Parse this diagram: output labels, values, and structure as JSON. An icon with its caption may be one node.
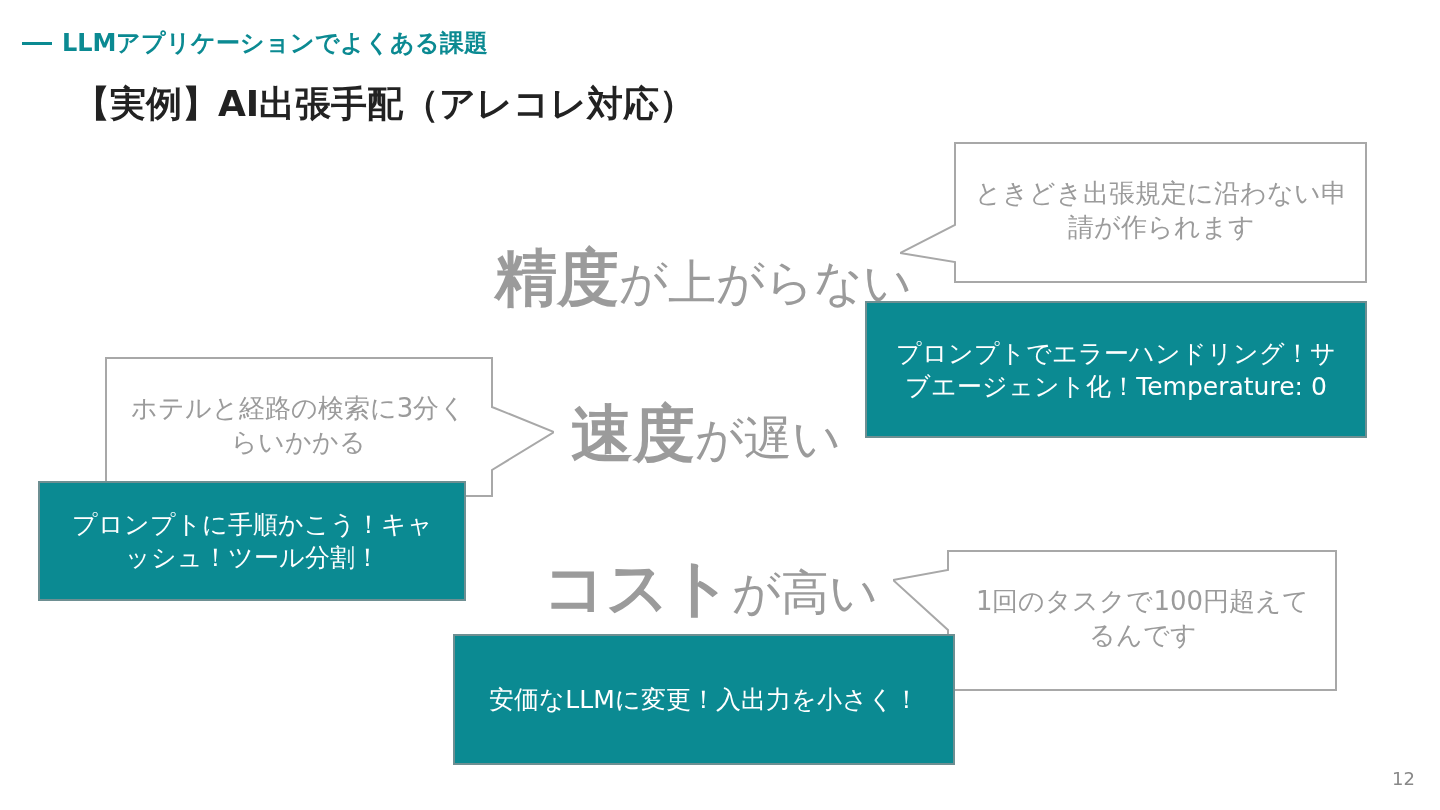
{
  "diagram": {
    "title": "【実例】AI出張手配（アレコレ対応）",
    "nodes": [
      {
        "text": [
          "ときどき出張規定に沿わない申請が作られます"
        ]
      },
      {
        "text": [
          "プロンプトでエラーハンドリング！サブエージェント化！Temperature: 0"
        ]
      },
      {
        "text": [
          "ホテルと経路の検索に3分くらいかかる"
        ]
      },
      {
        "text": [
          "プロンプトに手順かこう！キャッシュ！ツール分割！"
        ]
      },
      {
        "text": [
          "1回のタスクで100円超えてるんです"
        ]
      },
      {
        "text": [
          "安価なLLMに変更！入出力を小さく！"
        ]
      }
    ],
    "labels": [
      "LLMアプリケーションでよくある課題",
      "**精度**が上がらない",
      "**速度**が遅い",
      "**コスト**が高い",
      "12"
    ]
  }
}
